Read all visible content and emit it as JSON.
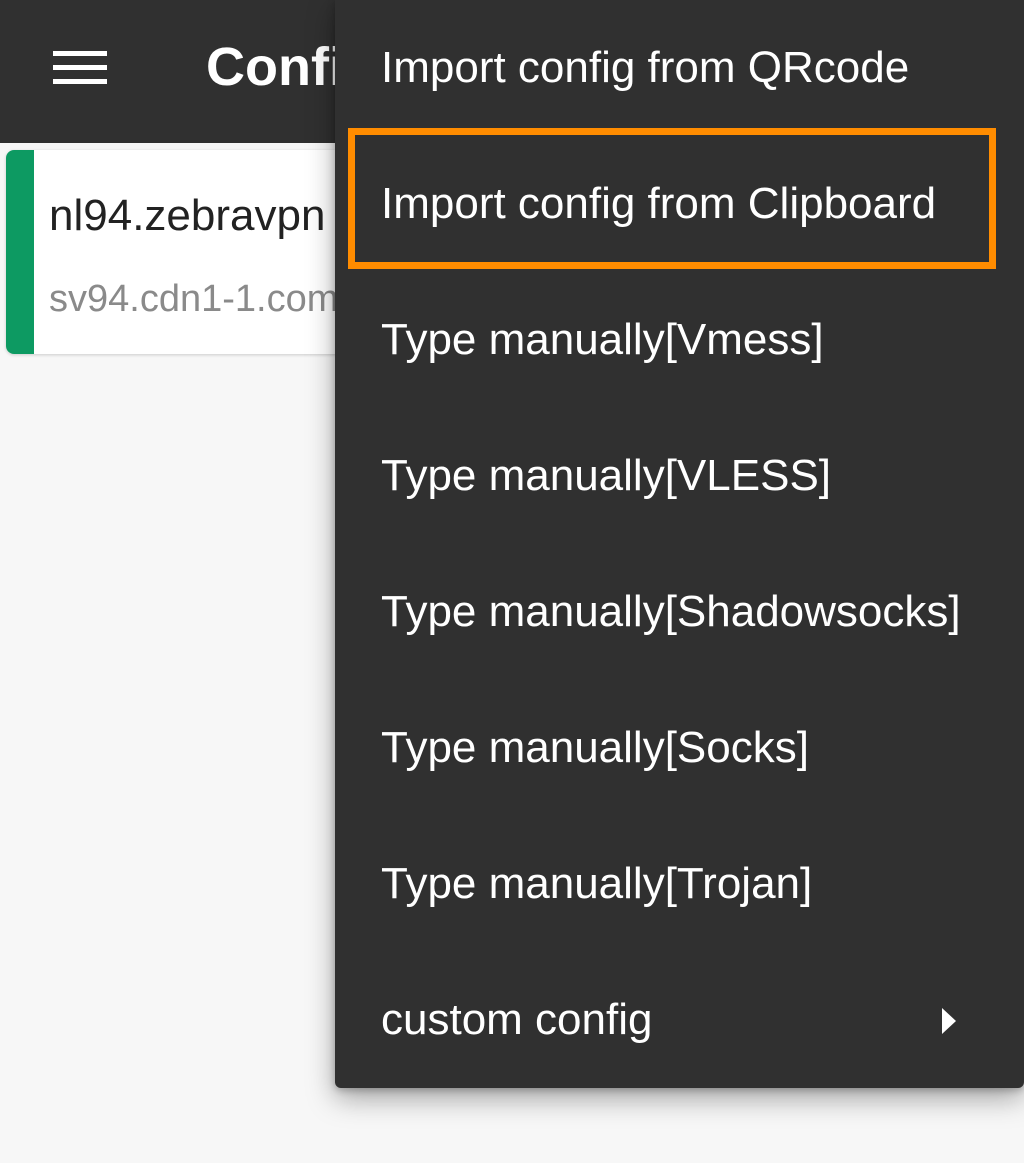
{
  "toolbar": {
    "menu_icon": "hamburger-menu-icon",
    "title": "Confi"
  },
  "server": {
    "name": "nl94.zebravpn",
    "address": "sv94.cdn1-1.com",
    "accent_color": "#0d9a62"
  },
  "popup_menu": {
    "items": [
      {
        "label": "Import config from QRcode"
      },
      {
        "label": "Import config from Clipboard",
        "highlighted": true
      },
      {
        "label": "Type manually[Vmess]"
      },
      {
        "label": "Type manually[VLESS]"
      },
      {
        "label": "Type manually[Shadowsocks]"
      },
      {
        "label": "Type manually[Socks]"
      },
      {
        "label": "Type manually[Trojan]"
      },
      {
        "label": "custom config",
        "has_submenu": true,
        "submenu_icon": "chevron-right-icon"
      }
    ],
    "highlight_color": "#ff8c00"
  },
  "colors": {
    "toolbar": "#303030",
    "background": "#f7f7f7",
    "menu_background": "#303030"
  }
}
